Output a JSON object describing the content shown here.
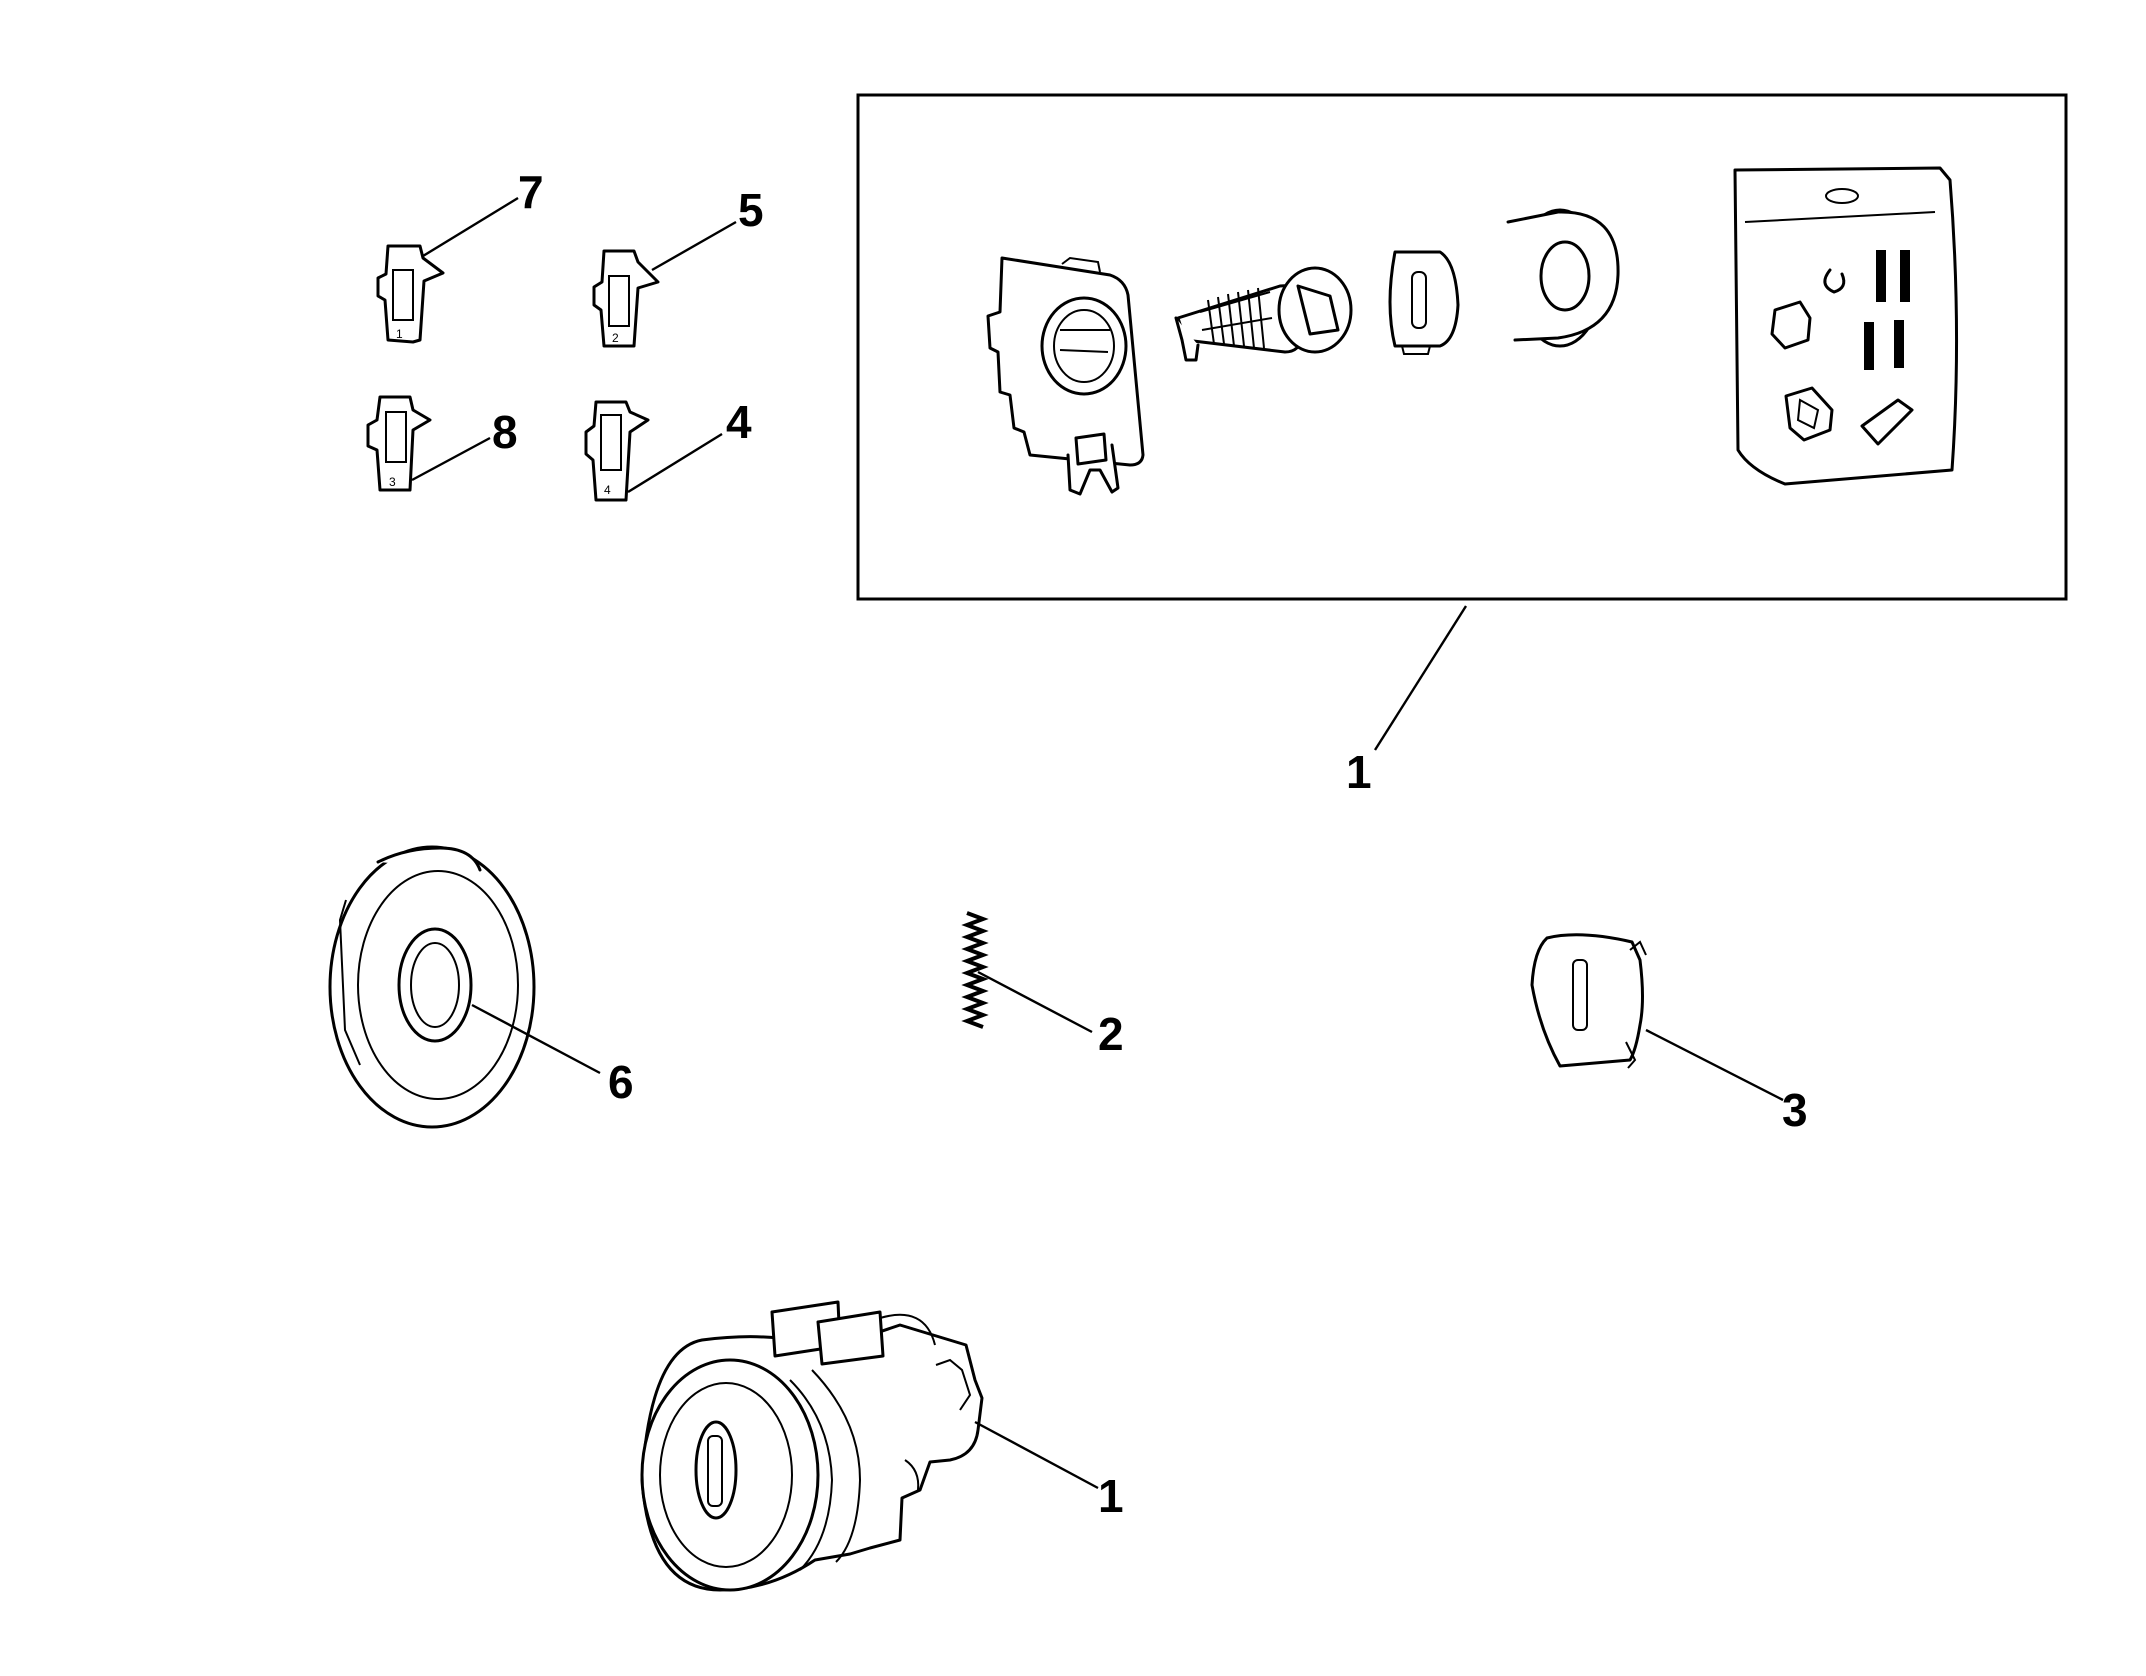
{
  "diagram": {
    "callouts": [
      {
        "id": "c7",
        "text": "7"
      },
      {
        "id": "c5",
        "text": "5"
      },
      {
        "id": "c8",
        "text": "8"
      },
      {
        "id": "c4",
        "text": "4"
      },
      {
        "id": "c1-kit",
        "text": "1"
      },
      {
        "id": "c6",
        "text": "6"
      },
      {
        "id": "c2",
        "text": "2"
      },
      {
        "id": "c3",
        "text": "3"
      },
      {
        "id": "c1-cylinder",
        "text": "1"
      }
    ],
    "tumbler_marks": [
      "1",
      "2",
      "3",
      "4"
    ]
  },
  "colors": {
    "ink": "#000000",
    "background": "#ffffff"
  }
}
